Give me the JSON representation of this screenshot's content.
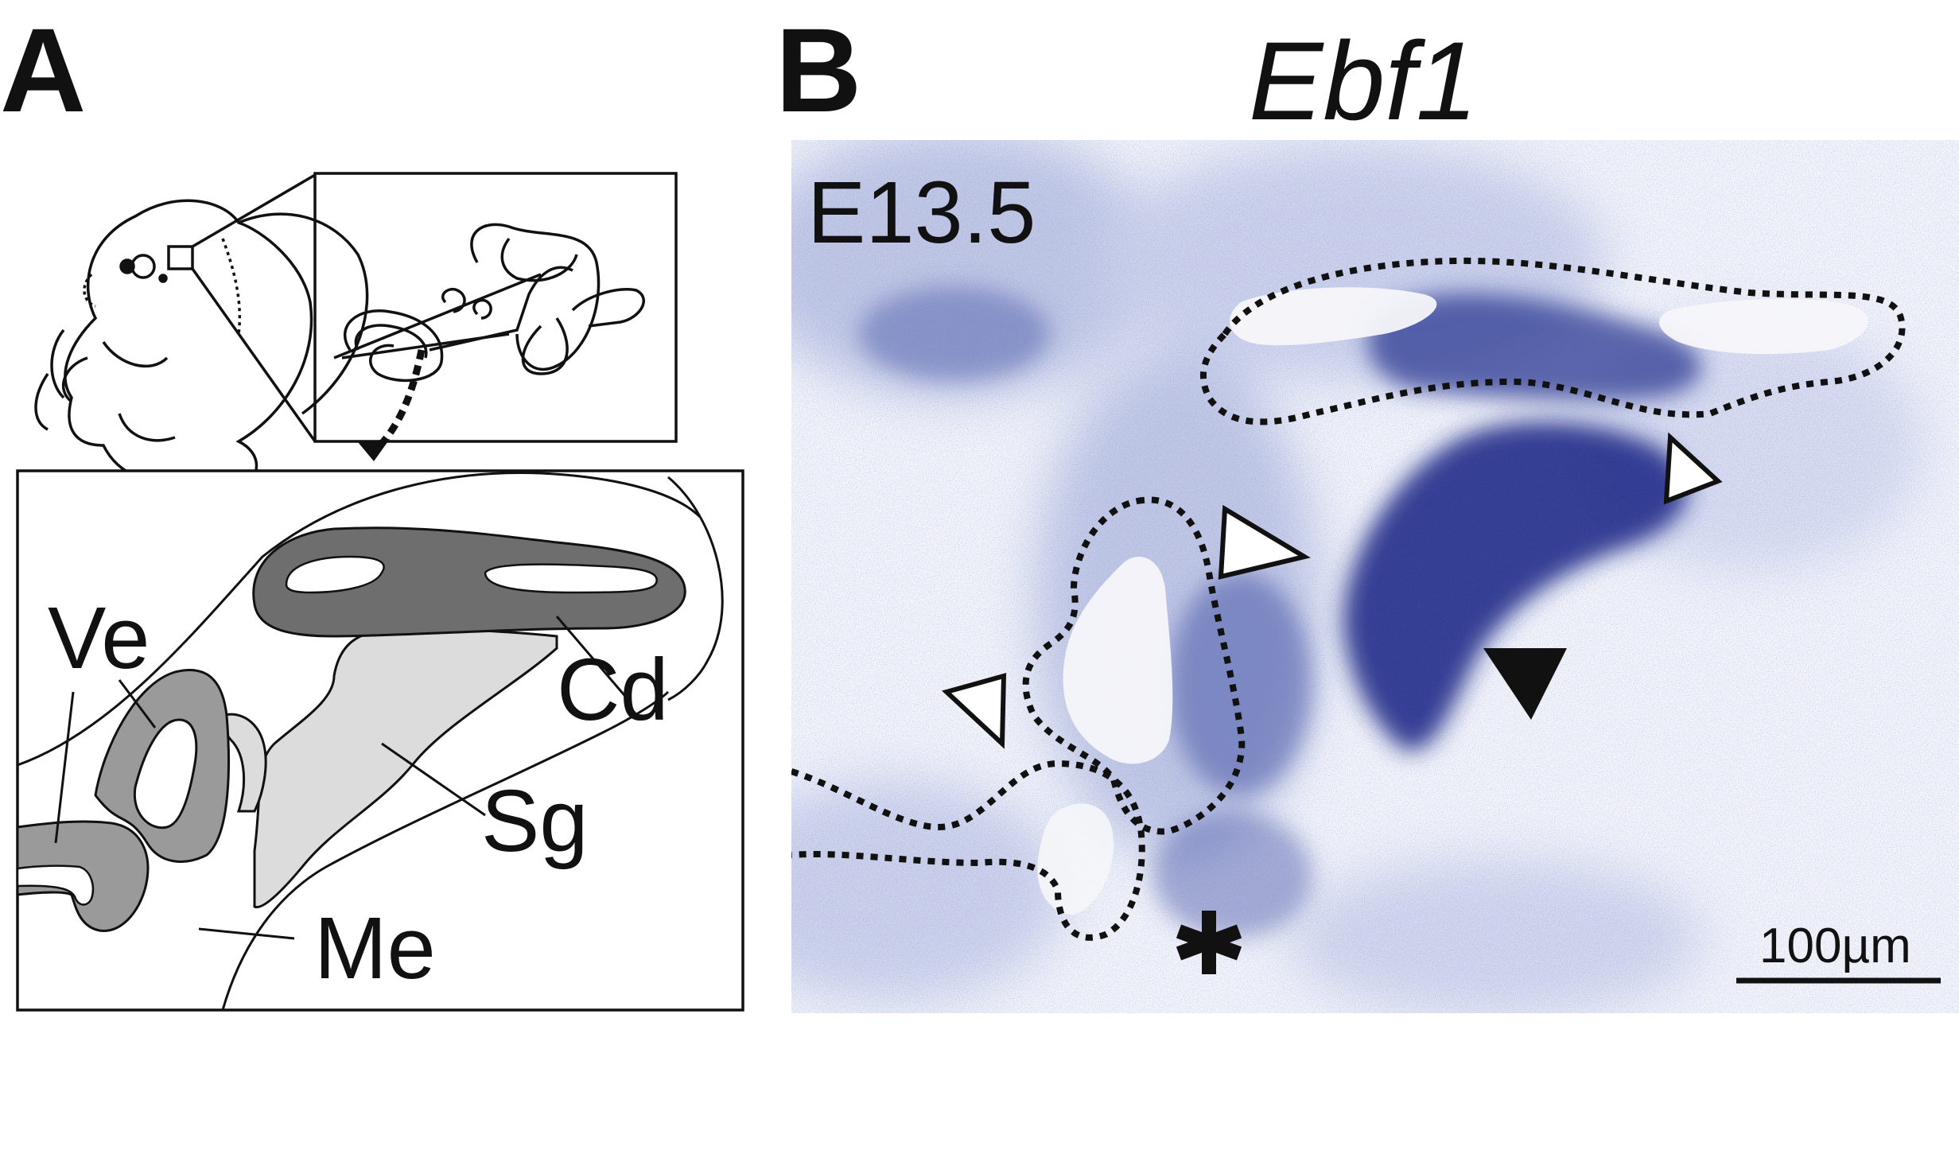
{
  "panel_a": {
    "letter": "A",
    "labels": {
      "vestibule": "Ve",
      "cochlear_duct": "Cd",
      "stria": "Sg",
      "mesenchyme": "Me"
    }
  },
  "panel_b": {
    "letter": "B",
    "gene": "Ebf1",
    "stage": "E13.5",
    "scale_bar": "100µm",
    "colors": {
      "stain": "#1f2a86",
      "stain_light": "#c9d0ea",
      "background": "#f4f6fb"
    }
  },
  "colors": {
    "dark_gray": "#6e6e6e",
    "mid_gray": "#9a9a9a",
    "light_gray": "#dcdcdc",
    "ink": "#111111"
  }
}
